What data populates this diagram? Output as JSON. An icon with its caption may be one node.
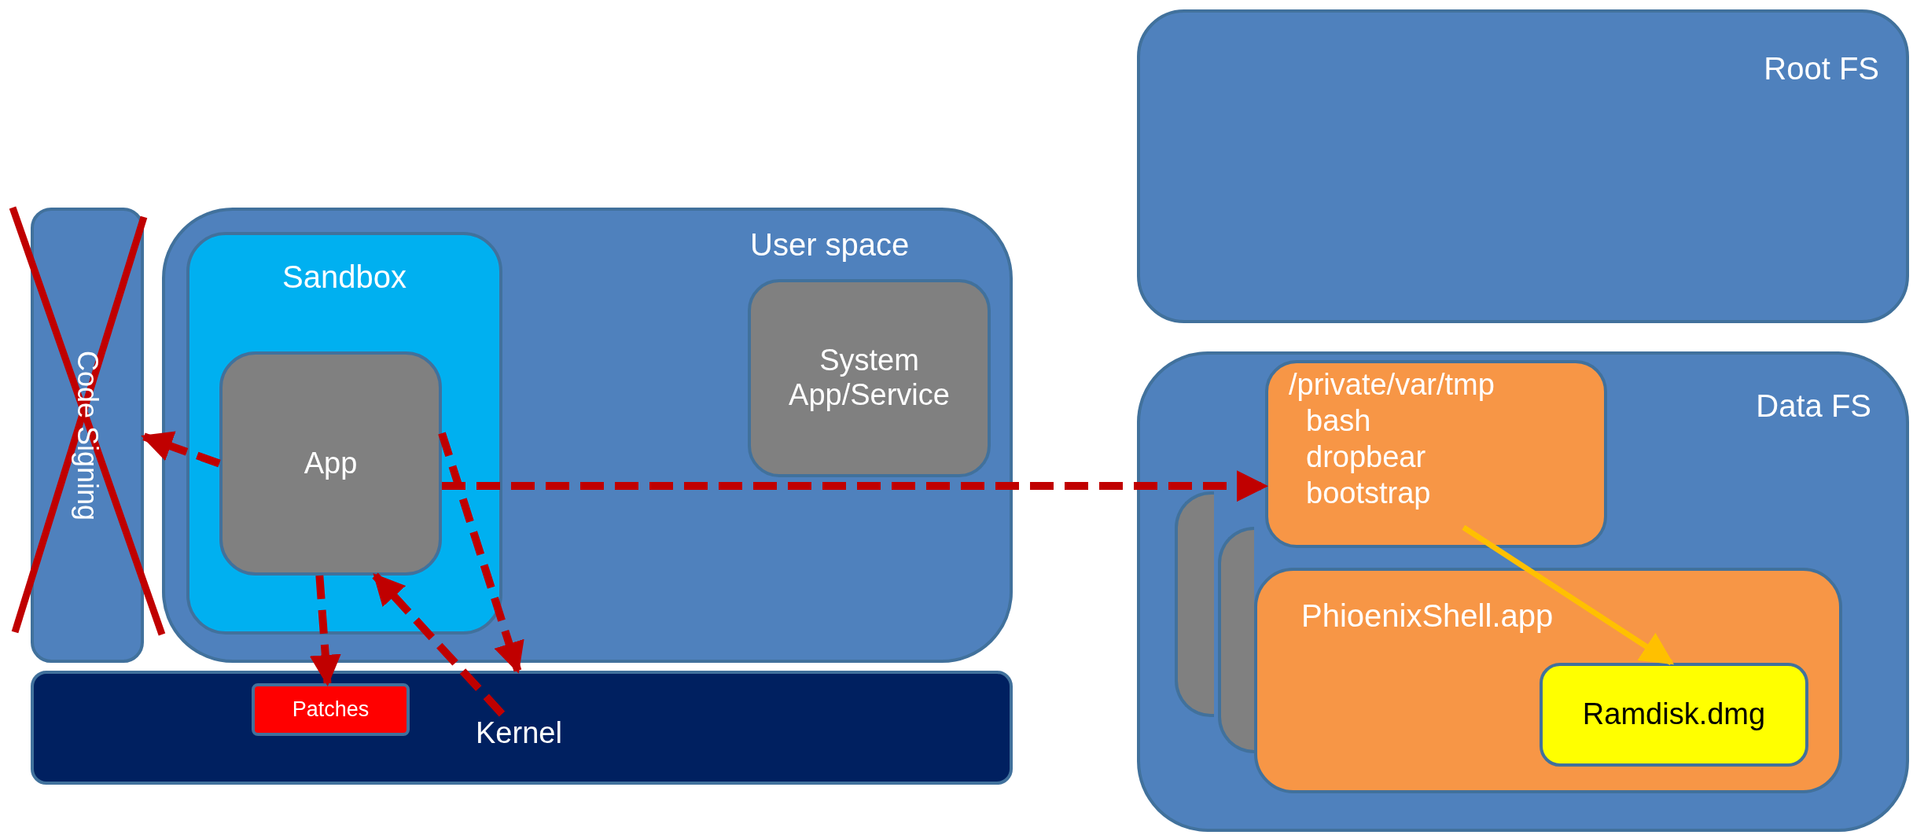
{
  "diagram": {
    "nodes": [
      {
        "text": [
          "Root FS"
        ]
      },
      {
        "text": [
          "Code Signing"
        ]
      },
      {
        "text": [
          "User space"
        ]
      },
      {
        "text": [
          "Sandbox"
        ],
        "in": 2
      },
      {
        "text": [
          "App"
        ],
        "in": 3
      },
      {
        "text": [
          "System App/Service"
        ],
        "in": 2
      },
      {
        "text": [
          "Kernel"
        ]
      },
      {
        "text": [
          "Patches"
        ],
        "in": 6
      },
      {
        "text": [
          "Data FS"
        ]
      },
      {
        "text": [
          "/private/var/tmp",
          "bash",
          "dropbear",
          "bootstrap"
        ],
        "in": 8
      },
      {
        "text": [],
        "shape": "box",
        "in": 8
      },
      {
        "text": [],
        "shape": "box",
        "in": 8
      },
      {
        "text": [
          "PhioenixShell.app"
        ],
        "in": 8
      },
      {
        "text": [
          "Ramdisk.dmg"
        ],
        "in": 12
      }
    ],
    "edges": [
      {
        "from": 4,
        "to": 1,
        "arrow": "to",
        "style": "dashed"
      },
      {
        "from": 4,
        "to": 9,
        "arrow": "to",
        "style": "dashed"
      },
      {
        "from": 4,
        "to": 7,
        "arrow": "to",
        "style": "dashed"
      },
      {
        "from": 6,
        "to": 4,
        "arrow": "to",
        "style": "dashed"
      },
      {
        "from": 4,
        "to": 6,
        "arrow": "to",
        "style": "dashed"
      },
      {
        "from": 9,
        "to": 13,
        "arrow": "to",
        "color": "#ffc000"
      }
    ]
  }
}
